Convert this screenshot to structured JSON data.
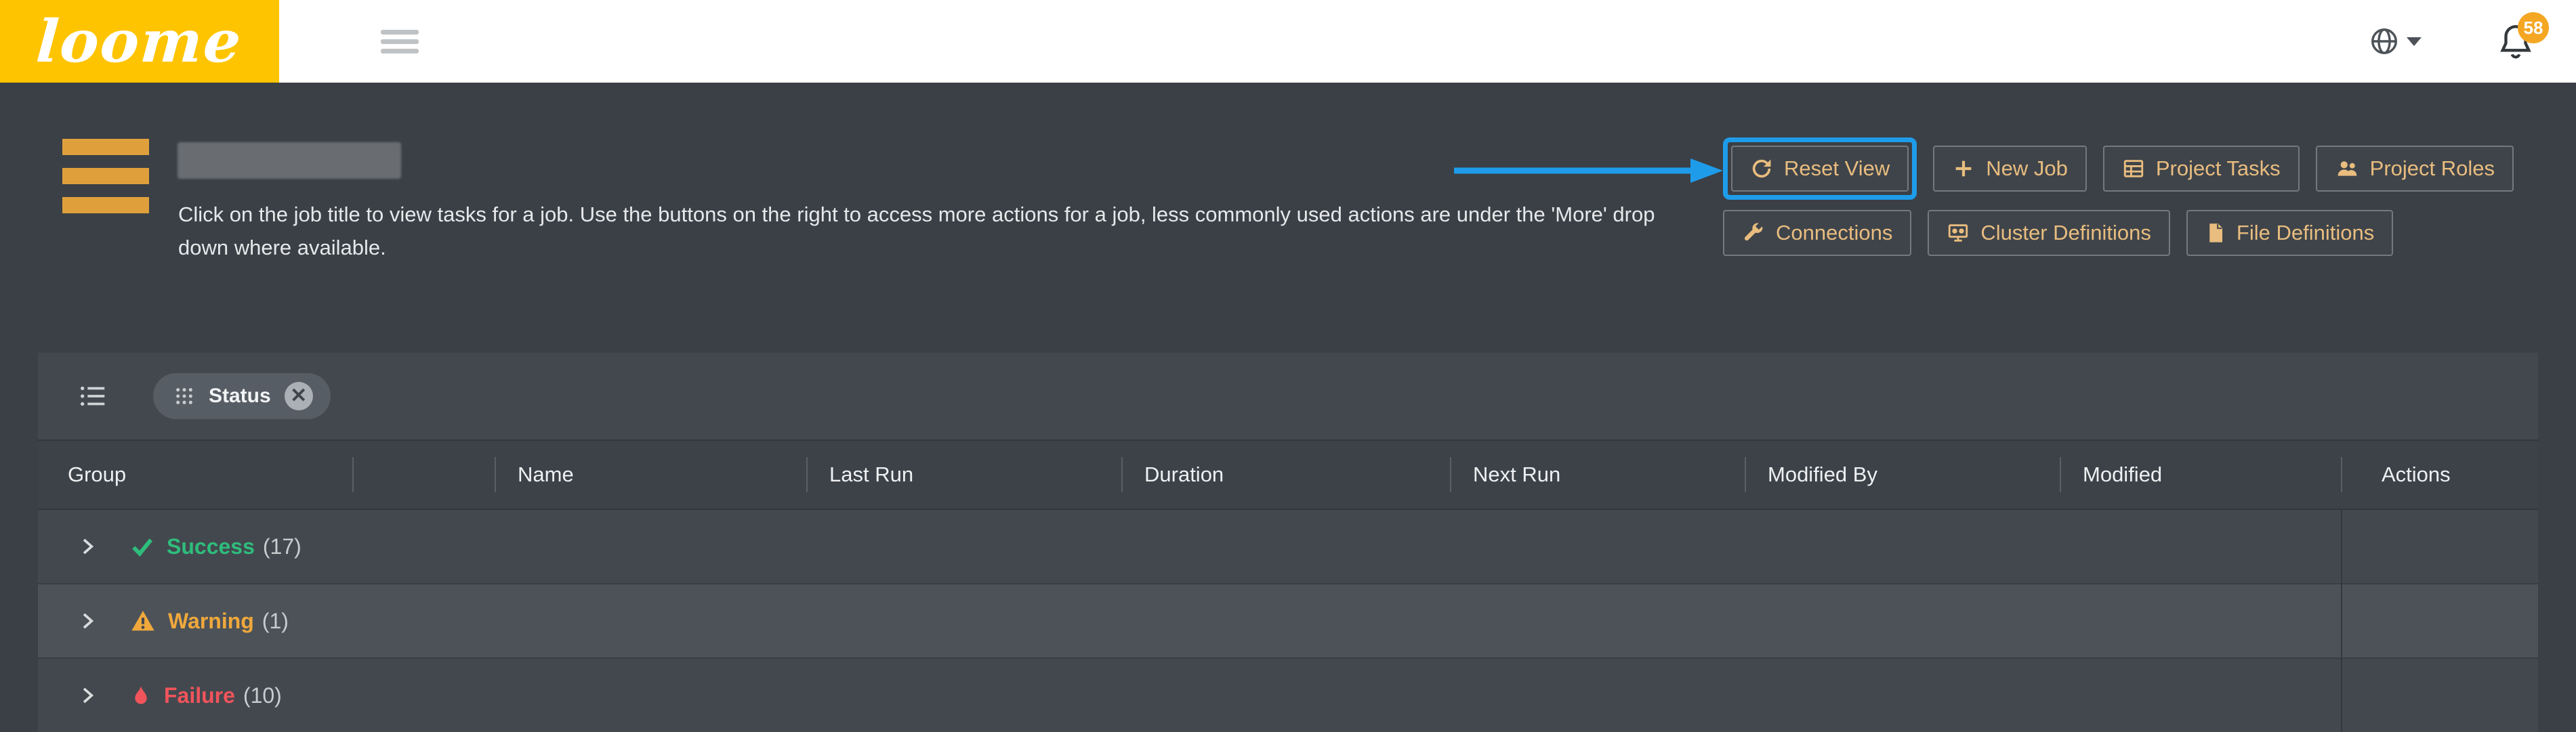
{
  "topbar": {
    "logo": "loome",
    "notifications_badge": "58"
  },
  "header": {
    "description": "Click on the job title to view tasks for a job. Use the buttons on the right to access more actions for a job, less commonly used actions are under the 'More' drop down where available."
  },
  "actions": {
    "row1": [
      {
        "label": "Reset View",
        "icon": "refresh-icon"
      },
      {
        "label": "New Job",
        "icon": "plus-icon"
      },
      {
        "label": "Project Tasks",
        "icon": "tasks-icon"
      },
      {
        "label": "Project Roles",
        "icon": "users-icon"
      }
    ],
    "row2": [
      {
        "label": "Connections",
        "icon": "wrench-icon"
      },
      {
        "label": "Cluster Definitions",
        "icon": "cluster-icon"
      },
      {
        "label": "File Definitions",
        "icon": "file-icon"
      }
    ]
  },
  "table": {
    "chip_label": "Status",
    "headers": [
      "Group",
      "",
      "Name",
      "Last Run",
      "Duration",
      "Next Run",
      "Modified By",
      "Modified",
      "Actions"
    ],
    "groups": [
      {
        "label": "Success",
        "count": "(17)",
        "status": "success"
      },
      {
        "label": "Warning",
        "count": "(1)",
        "status": "warning"
      },
      {
        "label": "Failure",
        "count": "(10)",
        "status": "failure"
      }
    ]
  },
  "colors": {
    "brand_yellow": "#FFC400",
    "accent_orange": "#DFA03C",
    "button_text": "#e9bd7f",
    "highlight_blue": "#1e9cea",
    "success": "#2ebd7c",
    "warning": "#f0a83c",
    "failure": "#f2545b"
  }
}
